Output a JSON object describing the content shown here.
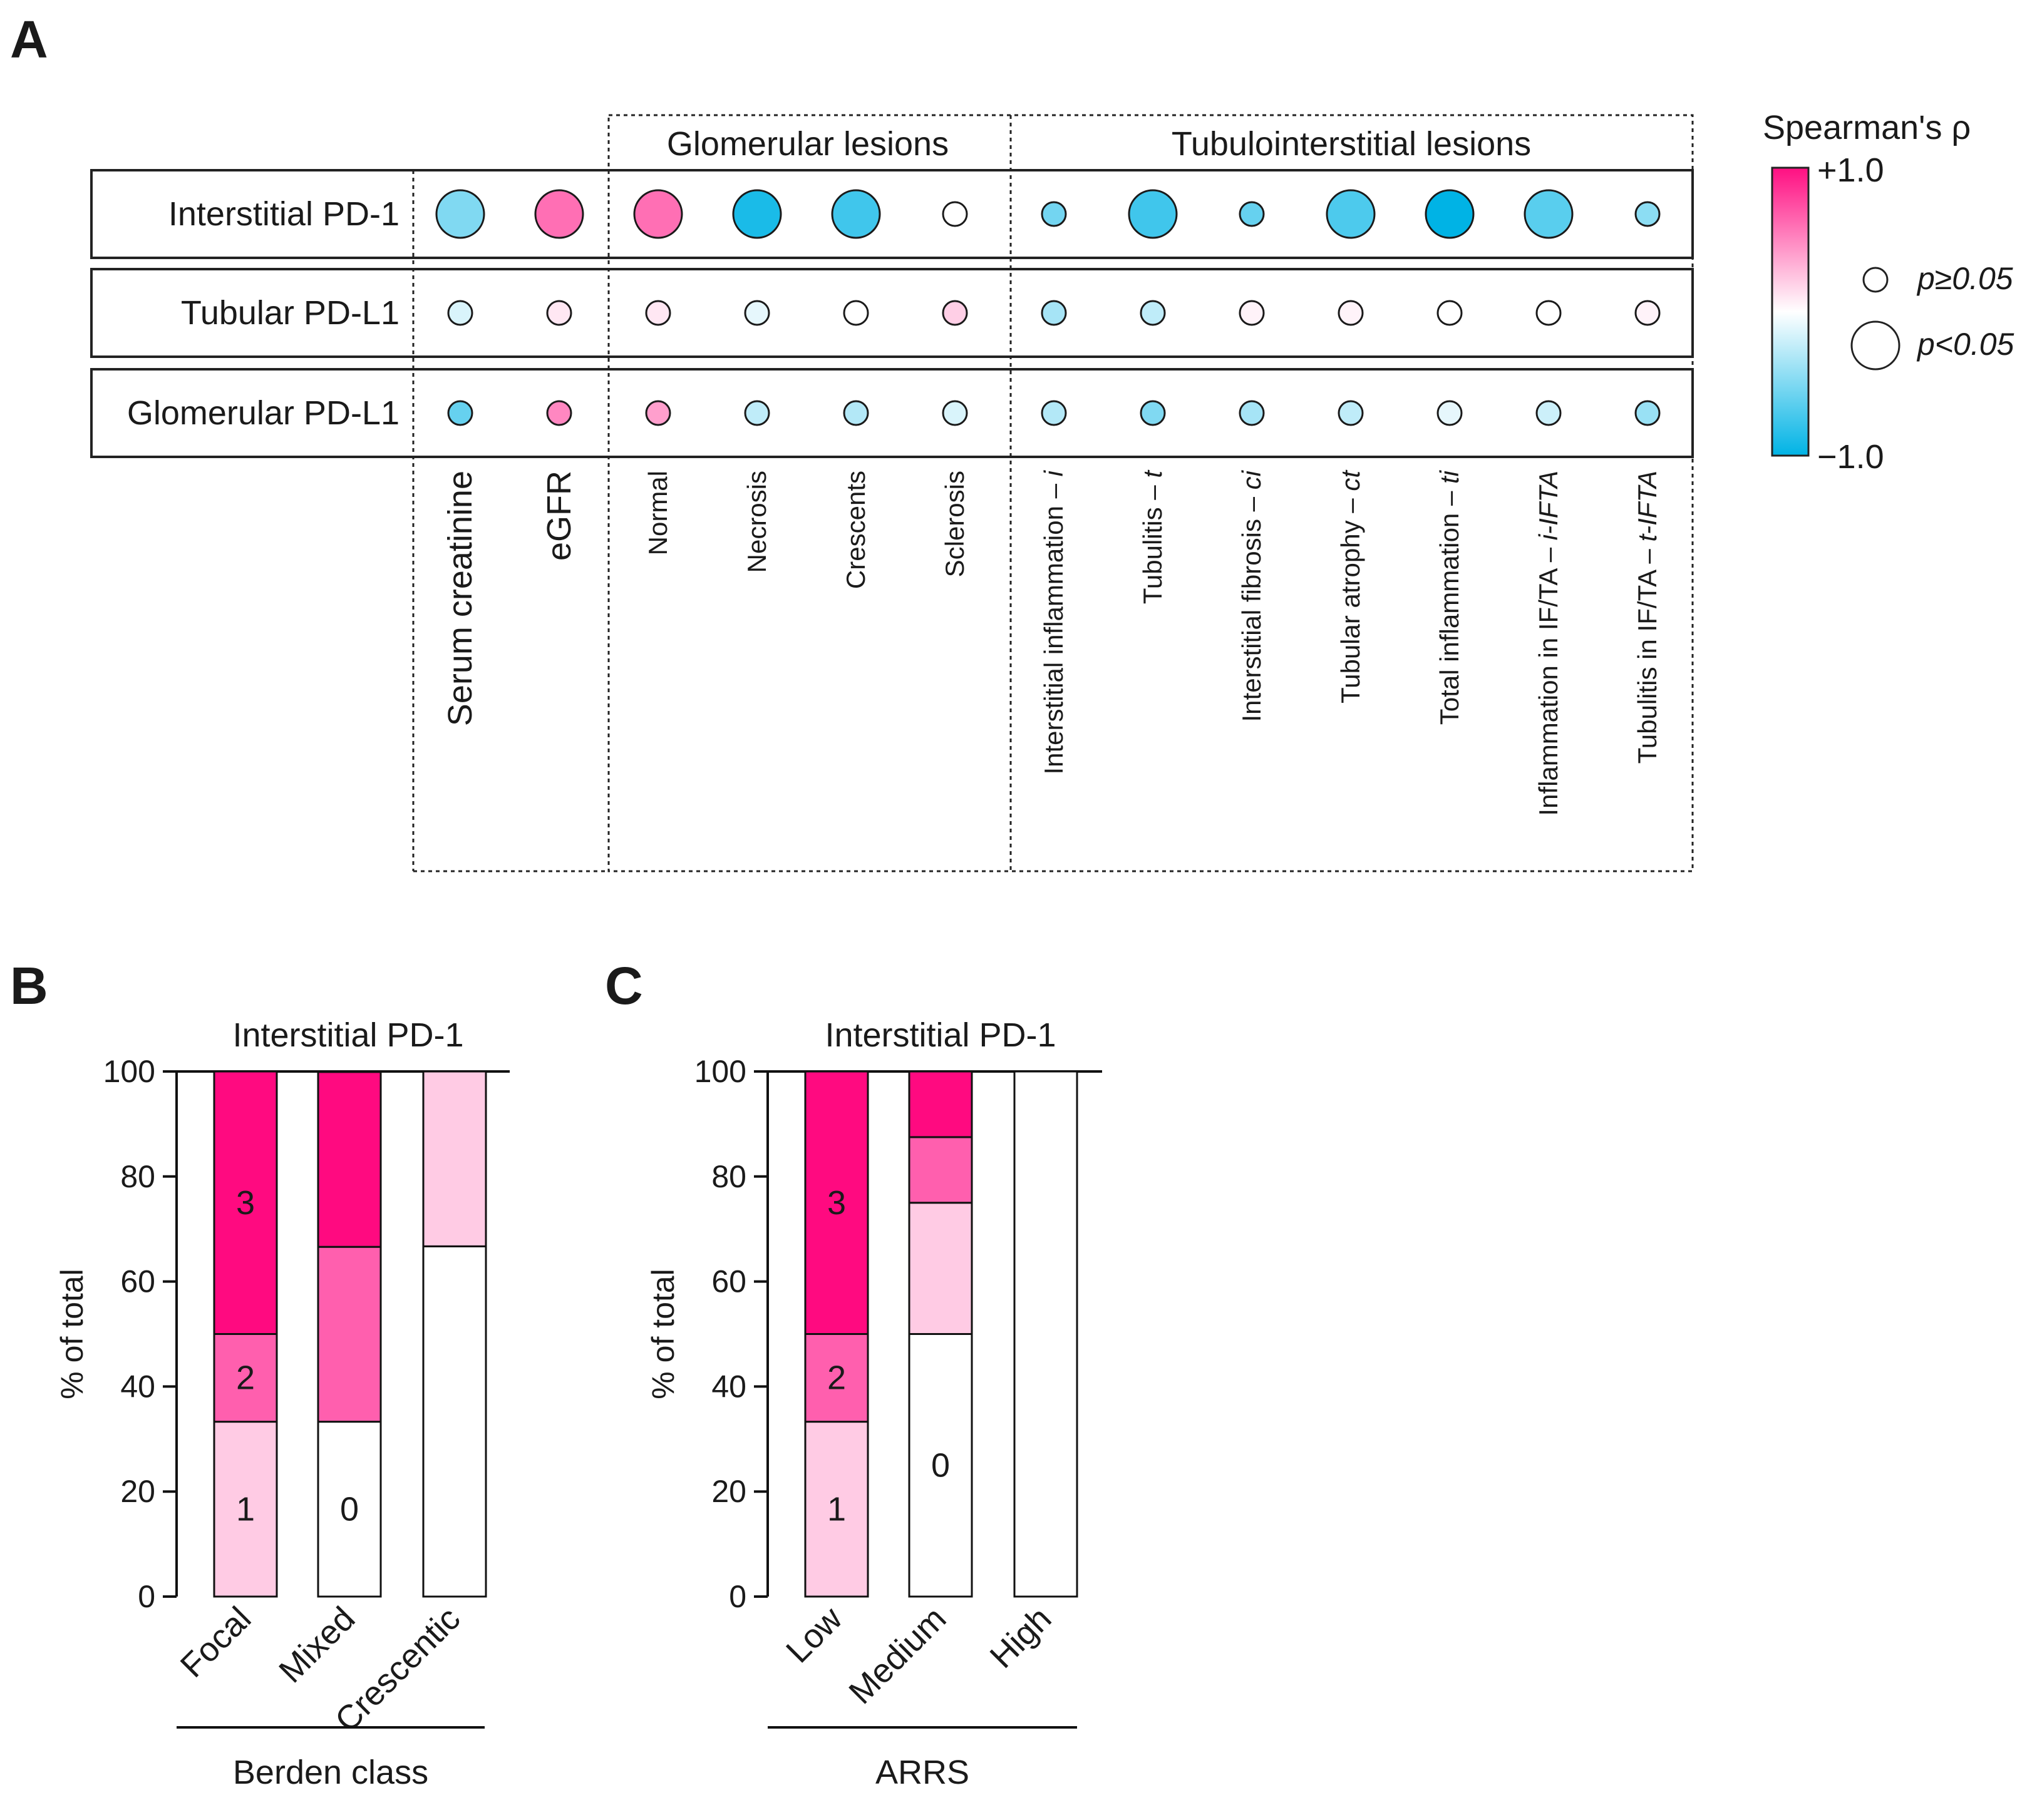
{
  "panels": {
    "a": "A",
    "b": "B",
    "c": "C"
  },
  "matrix": {
    "group_labels": [
      "Glomerular lesions",
      "Tubulointerstitial lesions"
    ],
    "rows": [
      "Interstitial PD-1",
      "Tubular PD-L1",
      "Glomerular PD-L1"
    ],
    "columns": [
      {
        "text": "Serum creatinine",
        "big": true
      },
      {
        "text": "eGFR",
        "big": true
      },
      {
        "text": "Normal"
      },
      {
        "text": "Necrosis"
      },
      {
        "text": "Crescents"
      },
      {
        "text": "Sclerosis"
      },
      {
        "text": "Interstitial inflammation – ",
        "italic": "i"
      },
      {
        "text": "Tubulitis – ",
        "italic": "t"
      },
      {
        "text": "Interstitial fibrosis – ",
        "italic": "ci"
      },
      {
        "text": "Tubular atrophy – ",
        "italic": "ct"
      },
      {
        "text": "Total inflammation – ",
        "italic": "ti"
      },
      {
        "text": "Inflammation in IF/TA – ",
        "italic": "i-IFTA"
      },
      {
        "text": "Tubulitis in IF/TA – ",
        "italic": "t-IFTA"
      }
    ],
    "rho": [
      [
        -0.5,
        0.6,
        0.6,
        -0.9,
        -0.75,
        0.0,
        -0.55,
        -0.75,
        -0.6,
        -0.7,
        -1.0,
        -0.65,
        -0.45
      ],
      [
        -0.15,
        0.1,
        0.1,
        -0.1,
        0.0,
        0.2,
        -0.35,
        -0.25,
        0.05,
        0.05,
        0.0,
        0.0,
        0.05
      ],
      [
        -0.6,
        0.5,
        0.4,
        -0.25,
        -0.3,
        -0.15,
        -0.3,
        -0.5,
        -0.35,
        -0.25,
        -0.1,
        -0.2,
        -0.4
      ]
    ],
    "significant": [
      [
        true,
        true,
        true,
        true,
        true,
        false,
        false,
        true,
        false,
        true,
        true,
        true,
        false
      ],
      [
        false,
        false,
        false,
        false,
        false,
        false,
        false,
        false,
        false,
        false,
        false,
        false,
        false
      ],
      [
        false,
        false,
        false,
        false,
        false,
        false,
        false,
        false,
        false,
        false,
        false,
        false,
        false
      ]
    ]
  },
  "legend": {
    "title": "Spearman's ρ",
    "max_label": "+1.0",
    "min_label": "−1.0",
    "small_label": "p≥0.05",
    "large_label": "p<0.05",
    "colors": {
      "positive": "#ff0f82",
      "neutral": "#ffffff",
      "negative": "#00b3e5"
    }
  },
  "chart_data": [
    {
      "type": "bar",
      "stacked": true,
      "title": "Interstitial PD-1",
      "ylabel": "% of total",
      "xlabel": "Berden class",
      "ylim": [
        0,
        100
      ],
      "yticks": [
        0,
        20,
        40,
        60,
        80,
        100
      ],
      "categories": [
        "Focal",
        "Mixed",
        "Crescentic"
      ],
      "series": [
        {
          "name": "0",
          "color": "#ffffff",
          "values": [
            0,
            33.3,
            66.7
          ]
        },
        {
          "name": "1",
          "color": "#ffcbe4",
          "values": [
            33.3,
            0,
            33.3
          ]
        },
        {
          "name": "2",
          "color": "#ff5fae",
          "values": [
            16.7,
            33.3,
            0
          ]
        },
        {
          "name": "3",
          "color": "#ff0a80",
          "values": [
            50,
            33.3,
            0
          ]
        }
      ],
      "labels": [
        {
          "category": 0,
          "series": "1",
          "text": "1"
        },
        {
          "category": 0,
          "series": "2",
          "text": "2"
        },
        {
          "category": 0,
          "series": "3",
          "text": "3"
        },
        {
          "category": 1,
          "series": "0",
          "text": "0"
        }
      ]
    },
    {
      "type": "bar",
      "stacked": true,
      "title": "Interstitial PD-1",
      "ylabel": "% of total",
      "xlabel": "ARRS",
      "ylim": [
        0,
        100
      ],
      "yticks": [
        0,
        20,
        40,
        60,
        80,
        100
      ],
      "categories": [
        "Low",
        "Medium",
        "High"
      ],
      "series": [
        {
          "name": "0",
          "color": "#ffffff",
          "values": [
            0,
            50,
            100
          ]
        },
        {
          "name": "1",
          "color": "#ffcbe4",
          "values": [
            33.3,
            25,
            0
          ]
        },
        {
          "name": "2",
          "color": "#ff5fae",
          "values": [
            16.7,
            12.5,
            0
          ]
        },
        {
          "name": "3",
          "color": "#ff0a80",
          "values": [
            50,
            12.5,
            0
          ]
        }
      ],
      "labels": [
        {
          "category": 0,
          "series": "1",
          "text": "1"
        },
        {
          "category": 0,
          "series": "2",
          "text": "2"
        },
        {
          "category": 0,
          "series": "3",
          "text": "3"
        },
        {
          "category": 1,
          "series": "0",
          "text": "0"
        }
      ]
    }
  ]
}
